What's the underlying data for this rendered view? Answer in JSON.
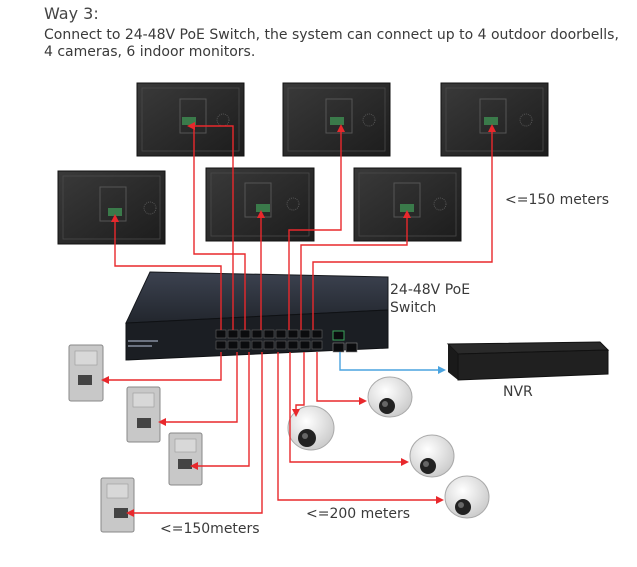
{
  "header": {
    "title": "Way 3:",
    "description_line1": "Connect to 24-48V PoE Switch, the system can connect up to 4 outdoor doorbells,",
    "description_line2": "4 cameras, 6 indoor monitors."
  },
  "labels": {
    "monitor_distance": "<=150 meters",
    "switch_label_line1": "24-48V PoE",
    "switch_label_line2": "Switch",
    "nvr": "NVR",
    "doorbell_distance": "<=150meters",
    "camera_distance": "<=200 meters"
  },
  "colors": {
    "cable_red": "#e8282c",
    "cable_blue": "#4aa3df",
    "device_dark": "#2b2b2b",
    "switch_body": "#1f2329"
  },
  "devices": {
    "indoor_monitors": 6,
    "outdoor_doorbells": 4,
    "cameras": 4,
    "nvr": 1,
    "poe_switch": 1
  }
}
